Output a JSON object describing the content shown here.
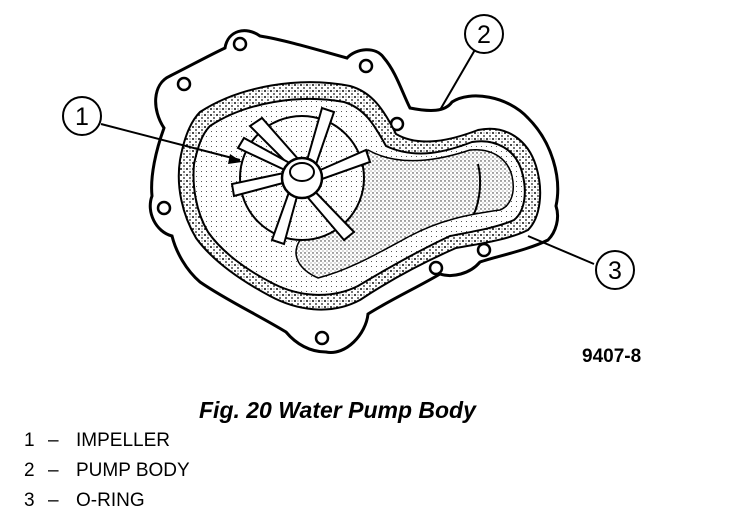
{
  "figure": {
    "callouts": [
      {
        "id": 1,
        "label": "1"
      },
      {
        "id": 2,
        "label": "2"
      },
      {
        "id": 3,
        "label": "3"
      }
    ],
    "figure_number": "9407-8",
    "caption": "Fig. 20 Water Pump Body"
  },
  "legend": {
    "separator": "–",
    "items": [
      {
        "num": "1",
        "label": "IMPELLER"
      },
      {
        "num": "2",
        "label": "PUMP BODY"
      },
      {
        "num": "3",
        "label": "O-RING"
      }
    ]
  }
}
